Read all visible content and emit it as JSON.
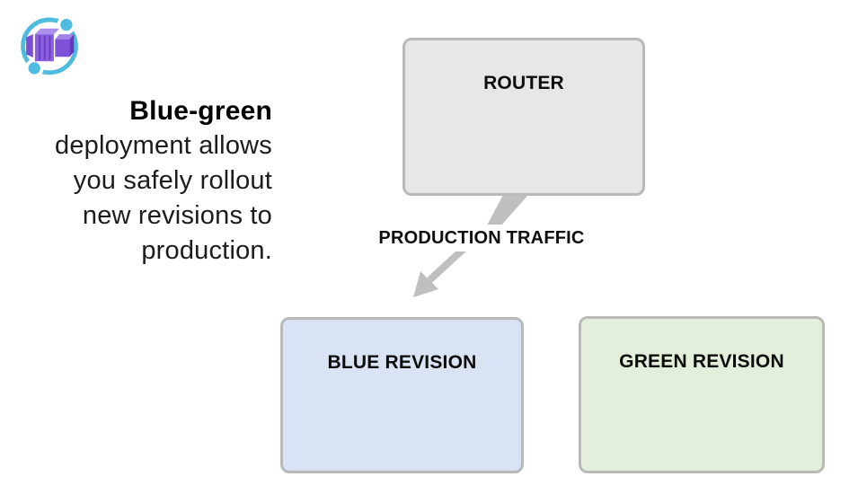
{
  "slide": {
    "background_color": "#ffffff",
    "logo": {
      "icon": "container-apps-icon",
      "orbit_color": "#4fbbdf",
      "cube_front_color": "#8a5fe0",
      "cube_top_color": "#ad90ec",
      "cube_dark_color": "#6636be"
    },
    "intro": {
      "lines": [
        "Blue-green",
        "deployment allows",
        "you safely rollout",
        "new revisions to",
        "production."
      ]
    },
    "diagram": {
      "router_label": "ROUTER",
      "arrow_label": "PRODUCTION TRAFFIC",
      "blue_label": "BLUE REVISION",
      "green_label": "GREEN REVISION",
      "router_fill": "#e8e7e7",
      "blue_fill": "#dae3f3",
      "green_fill": "#e3efda",
      "box_border_color": "#b9b9b9",
      "arrow_color": "#bfbfbf",
      "label_color": "#0d0d0d"
    }
  }
}
